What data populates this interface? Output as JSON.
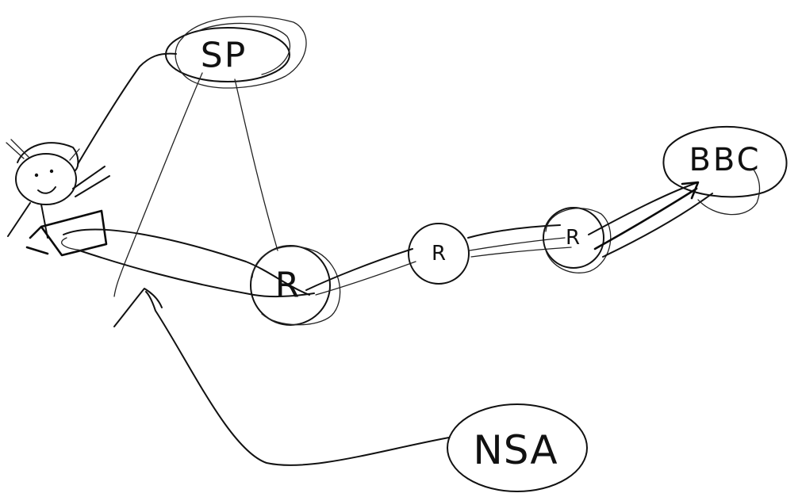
{
  "diagram": {
    "nodes": {
      "sp": {
        "label": "SP"
      },
      "router_1": {
        "label": "R"
      },
      "router_2": {
        "label": "R"
      },
      "router_3": {
        "label": "R"
      },
      "bbc": {
        "label": "BBC"
      },
      "nsa": {
        "label": "NSA"
      }
    },
    "edges": [
      {
        "from": "user",
        "to": "sp"
      },
      {
        "from": "sp",
        "to": "router_1"
      },
      {
        "from": "sp",
        "to": "user"
      },
      {
        "from": "user",
        "to": "router_1"
      },
      {
        "from": "router_1",
        "to": "router_2"
      },
      {
        "from": "router_2",
        "to": "router_3"
      },
      {
        "from": "router_3",
        "to": "bbc"
      },
      {
        "from": "nsa",
        "to": "user"
      }
    ],
    "colors": {
      "ink": "#111111",
      "paper": "#ffffff"
    }
  }
}
